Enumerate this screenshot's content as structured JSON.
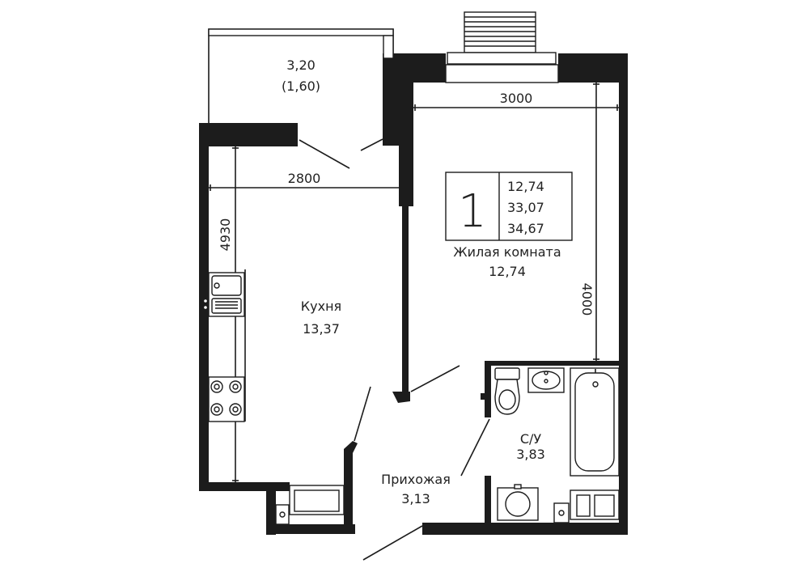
{
  "colors": {
    "wall": "#1c1c1c",
    "line": "#1c1c1c",
    "text": "#222222",
    "background": "#ffffff"
  },
  "summary": {
    "rooms": "1",
    "living_area": "12,74",
    "total_area": "33,07",
    "total_with_balcony": "34,67"
  },
  "balcony": {
    "area": "3,20",
    "reduced_area": "(1,60)"
  },
  "kitchen": {
    "name": "Кухня",
    "area": "13,37"
  },
  "living_room": {
    "name": "Жилая комната",
    "area": "12,74"
  },
  "hallway": {
    "name": "Прихожая",
    "area": "3,13"
  },
  "bathroom": {
    "name": "С/У",
    "area": "3,83"
  },
  "dimensions": {
    "kitchen_width": "2800",
    "kitchen_length": "4930",
    "living_width": "3000",
    "living_length": "4000"
  },
  "fixtures": [
    "sink-icon",
    "stove-icon",
    "toilet-icon",
    "washbasin-icon",
    "bathtub-icon",
    "washing-machine-icon",
    "radiator-icon"
  ]
}
